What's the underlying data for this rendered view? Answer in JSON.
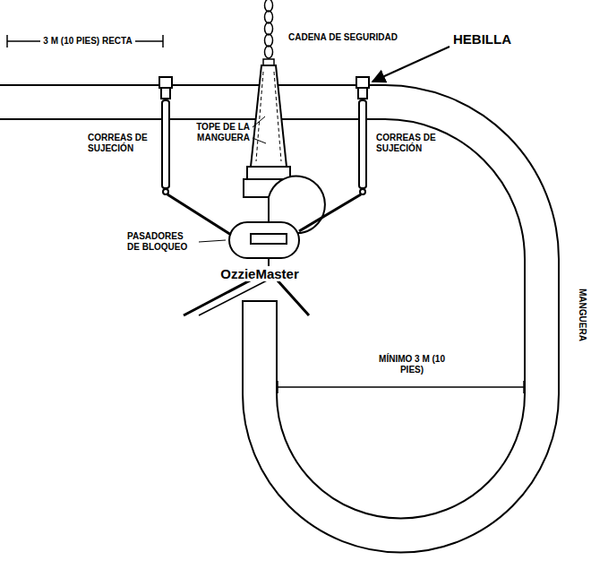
{
  "diagram": {
    "labels": [
      "CADENA DE SEGURIDAD",
      "HEBILLA",
      "3 M (10 PIES) RECTA",
      "TOPE DE LA MANGUERA",
      "CORREAS DE SUJECIÓN",
      "CORREAS DE SUJECIÓN",
      "PASADORES DE BLOQUEO",
      "OzzieMaster",
      "MANGUERA",
      "MÍNIMO 3 M (10 PIES)"
    ]
  }
}
